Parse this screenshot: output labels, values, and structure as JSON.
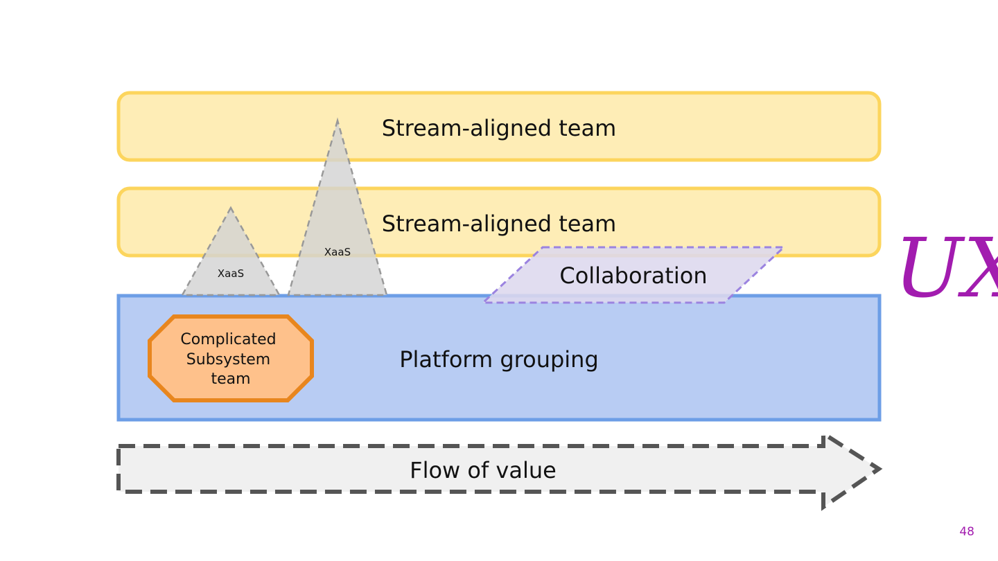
{
  "diagram": {
    "stream_team_1": {
      "label": "Stream-aligned team"
    },
    "stream_team_2": {
      "label": "Stream-aligned team"
    },
    "xaas_small": {
      "label": "XaaS"
    },
    "xaas_large": {
      "label": "XaaS"
    },
    "collaboration": {
      "label": "Collaboration"
    },
    "platform": {
      "label": "Platform grouping"
    },
    "complicated_subsystem": {
      "lines": [
        "Complicated",
        "Subsystem",
        "team"
      ]
    },
    "flow": {
      "label": "Flow of value"
    },
    "ux_annotation": {
      "label": "UX"
    }
  },
  "slide": {
    "page_number": "48"
  },
  "colors": {
    "stream_fill": "#feedb6",
    "stream_border": "#fcd55d",
    "platform_fill": "#b8ccf3",
    "platform_border": "#6d9ee6",
    "subsystem_fill": "#fec18b",
    "subsystem_border": "#e8861e",
    "xaas_fill": "#d3d3d3",
    "collab_fill": "#ddd8ee",
    "collab_border": "#9b83e0",
    "flow_fill": "#f0f0f0",
    "flow_border": "#555555",
    "ux_color": "#a21caf"
  }
}
